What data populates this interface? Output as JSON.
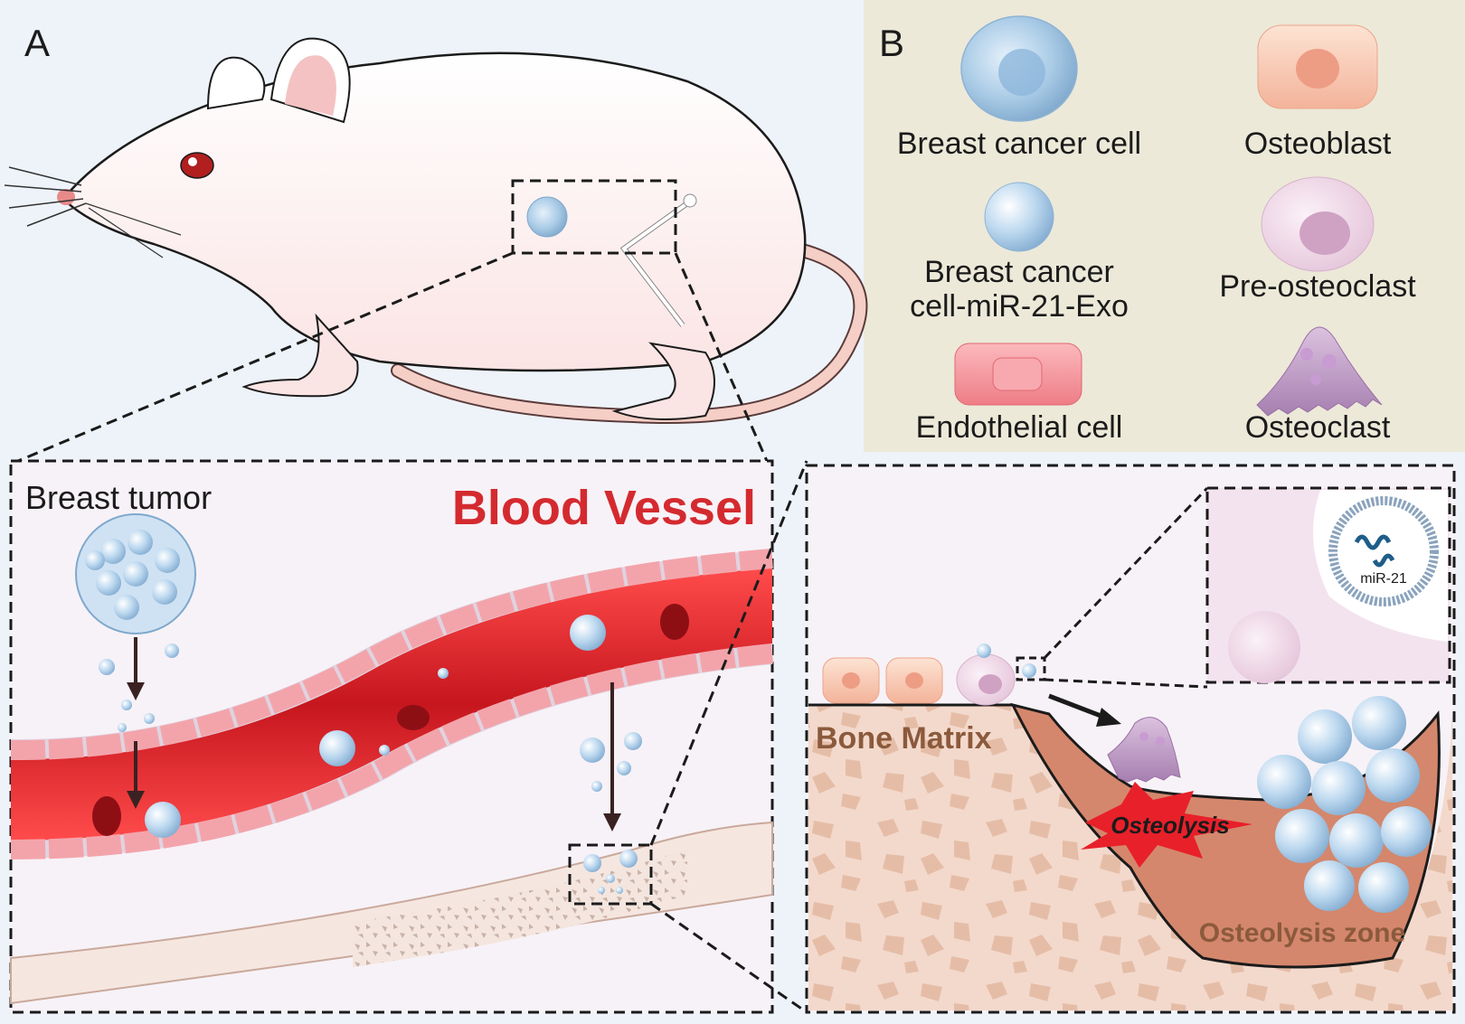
{
  "panel_labels": {
    "a": "A",
    "b": "B"
  },
  "legend": {
    "breast_cancer_cell": "Breast cancer cell",
    "osteoblast": "Osteoblast",
    "exo_line1": "Breast cancer",
    "exo_line2": "cell-miR-21-Exo",
    "pre_osteoclast": "Pre-osteoclast",
    "endothelial_cell": "Endothelial cell",
    "osteoclast": "Osteoclast"
  },
  "vessel_panel": {
    "breast_tumor": "Breast tumor",
    "blood_vessel": "Blood Vessel"
  },
  "bone_panel": {
    "bone_matrix": "Bone Matrix",
    "osteolysis": "Osteolysis",
    "osteolysis_zone": "Osteolysis zone",
    "mirna_label": "miR-21"
  },
  "colors": {
    "background": "#eef3f9",
    "legend_bg": "#ece9d9",
    "blood": "#d9242b",
    "title_red": "#d42a2f",
    "bone_brown": "#8b5a3c"
  }
}
